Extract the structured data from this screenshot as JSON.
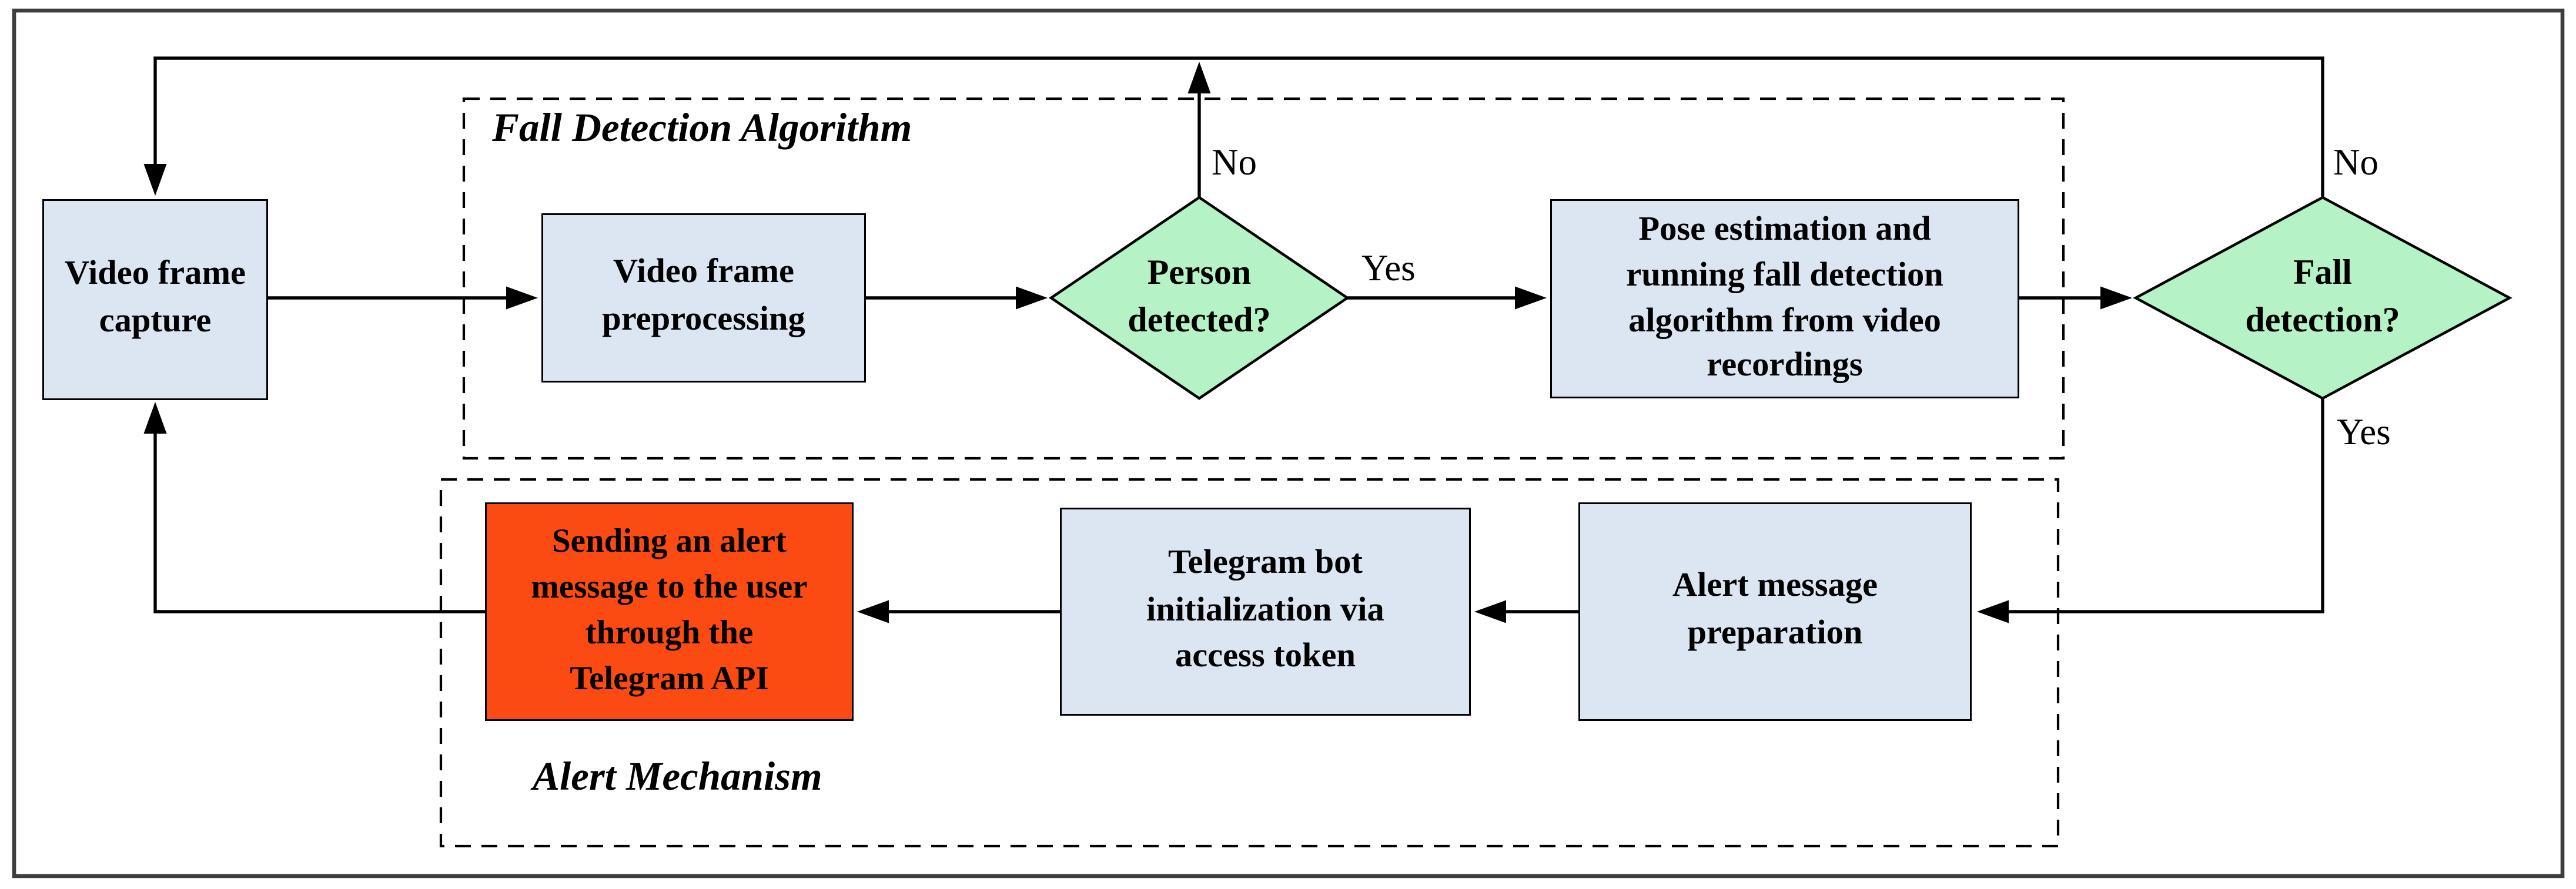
{
  "colors": {
    "process_fill": "#dce6f3",
    "decision_fill": "#b5f3c6",
    "alert_fill": "#fc4a13",
    "line_color": "#000000",
    "frame_color": "#3d3d3d",
    "canvas_bg": "#ffffff"
  },
  "containers": {
    "fall_detection": {
      "label": "Fall Detection Algorithm"
    },
    "alert_mechanism": {
      "label": "Alert Mechanism"
    }
  },
  "nodes": {
    "video_capture": {
      "type": "process",
      "label": "Video frame\ncapture"
    },
    "preprocessing": {
      "type": "process",
      "label": "Video frame\npreprocessing"
    },
    "person_detected": {
      "type": "decision",
      "label": "Person\ndetected?"
    },
    "pose_estimation": {
      "type": "process",
      "label": "Pose estimation and\nrunning fall detection\nalgorithm from video\nrecordings"
    },
    "fall_detection": {
      "type": "decision",
      "label": "Fall\ndetection?"
    },
    "alert_preparation": {
      "type": "process",
      "label": "Alert message\npreparation"
    },
    "telegram_bot": {
      "type": "process",
      "label": "Telegram bot\ninitialization via\naccess token"
    },
    "send_alert": {
      "type": "alert-process",
      "label": "Sending an alert\nmessage to the user\nthrough the\nTelegram API"
    }
  },
  "edge_labels": {
    "person_no": "No",
    "person_yes": "Yes",
    "fall_no": "No",
    "fall_yes": "Yes"
  },
  "edges": [
    {
      "from": "video_capture",
      "to": "preprocessing",
      "label": ""
    },
    {
      "from": "preprocessing",
      "to": "person_detected",
      "label": ""
    },
    {
      "from": "person_detected",
      "to": "pose_estimation",
      "label": "Yes"
    },
    {
      "from": "person_detected",
      "to": "video_capture",
      "label": "No"
    },
    {
      "from": "pose_estimation",
      "to": "fall_detection",
      "label": ""
    },
    {
      "from": "fall_detection",
      "to": "video_capture",
      "label": "No"
    },
    {
      "from": "fall_detection",
      "to": "alert_preparation",
      "label": "Yes"
    },
    {
      "from": "alert_preparation",
      "to": "telegram_bot",
      "label": ""
    },
    {
      "from": "telegram_bot",
      "to": "send_alert",
      "label": ""
    },
    {
      "from": "send_alert",
      "to": "video_capture",
      "label": ""
    }
  ]
}
